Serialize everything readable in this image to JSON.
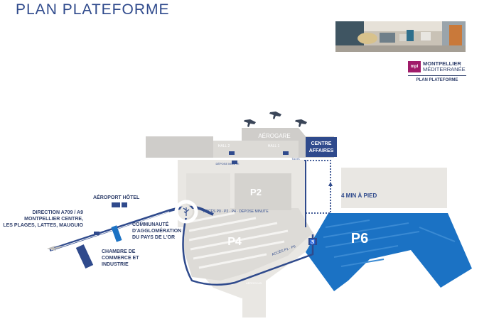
{
  "header": {
    "title": "PLAN PLATEFORME"
  },
  "brand": {
    "logo_text": "mpl",
    "name_line1": "MONTPELLIER",
    "name_line2": "MÉDITERRANÉE",
    "caption": "PLAN PLATEFORME"
  },
  "map": {
    "aerogare": "AÉROGARE",
    "hall2": "HALL 2",
    "hall1": "HALL 1",
    "depose_minute": "DÉPOSE MINUTE",
    "taxis": "TAXIS",
    "centre_affaires_1": "CENTRE",
    "centre_affaires_2": "AFFAIRES",
    "p2": "P2",
    "p4": "P4",
    "p6": "P6",
    "walk": "4 MIN À PIED",
    "hotel": "AÉROPORT HÔTEL",
    "direction_1": "DIRECTION A709 / A9",
    "direction_2": "MONTPELLIER CENTRE,",
    "direction_3": "LES PLAGES, LATTES, MAUGUIO",
    "communaute_1": "COMMUNAUTÉ",
    "communaute_2": "D'AGGLOMÉRATION",
    "communaute_3": "DU PAYS DE L'OR",
    "chambre_1": "CHAMBRE DE",
    "chambre_2": "COMMERCE ET",
    "chambre_3": "INDUSTRIE",
    "acces_p4": "ACCÈS P0 · P2 · P4 · DÉPOSE MINUTE",
    "acces_p6": "ACCÈS P1 · P6",
    "aeroclub": "AÉROCLUB",
    "colors": {
      "navy": "#2f4a8c",
      "p6_blue": "#1b72c4",
      "ground": "#e7e5e1",
      "building": "#cfcdca"
    }
  }
}
